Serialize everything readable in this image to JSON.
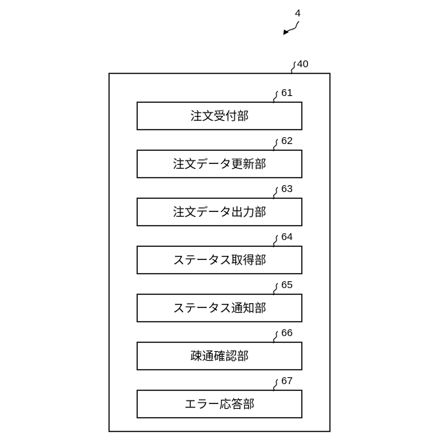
{
  "figure": {
    "ref": "4",
    "container": {
      "ref": "40"
    },
    "units": [
      {
        "ref": "61",
        "label": "注文受付部"
      },
      {
        "ref": "62",
        "label": "注文データ更新部"
      },
      {
        "ref": "63",
        "label": "注文データ出力部"
      },
      {
        "ref": "64",
        "label": "ステータス取得部"
      },
      {
        "ref": "65",
        "label": "ステータス通知部"
      },
      {
        "ref": "66",
        "label": "疎通確認部"
      },
      {
        "ref": "67",
        "label": "エラー応答部"
      }
    ]
  }
}
